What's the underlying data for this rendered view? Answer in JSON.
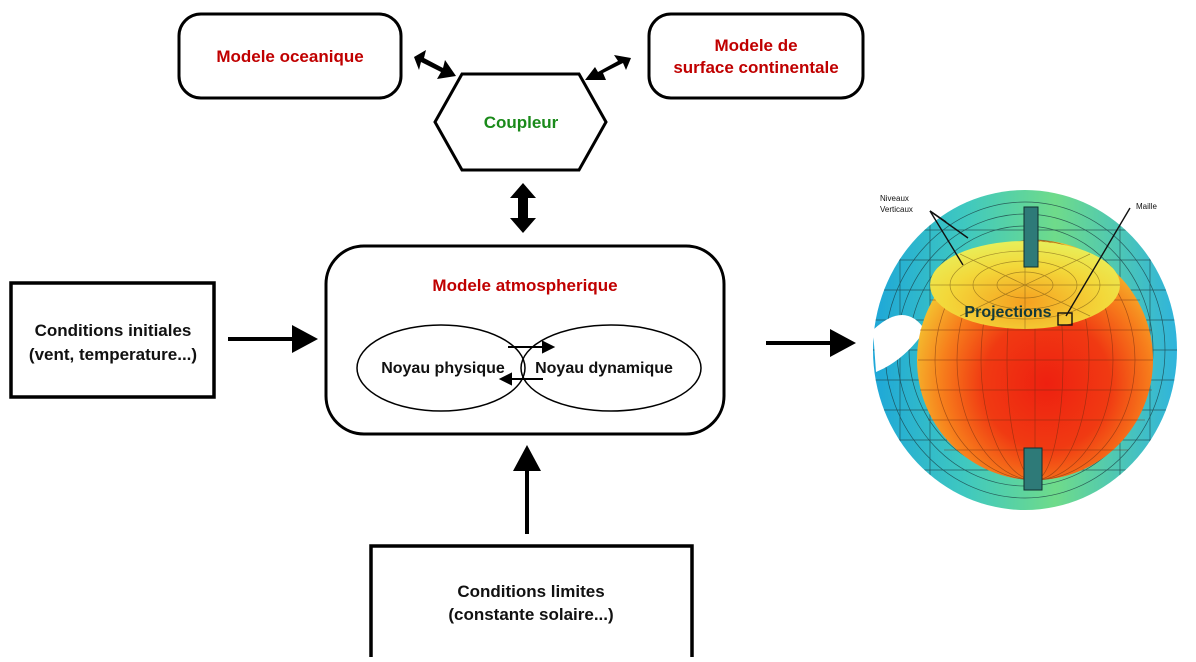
{
  "colors": {
    "model_red": "#c00000",
    "coupler_green": "#1a8a1a",
    "text_dark": "#111111",
    "globe_label_dark": "#123a3a"
  },
  "ocean_model": {
    "label": "Modele oceanique"
  },
  "land_model": {
    "line1": "Modele de",
    "line2": "surface continentale"
  },
  "coupler": {
    "label": "Coupleur"
  },
  "atmosphere_model": {
    "title": "Modele atmospherique",
    "physics_core": "Noyau physique",
    "dynamics_core": "Noyau dynamique"
  },
  "initial_conditions": {
    "line1": "Conditions initiales",
    "line2": "(vent,  temperature...)"
  },
  "boundary_conditions": {
    "line1": "Conditions limites",
    "line2": "(constante solaire...)"
  },
  "globe": {
    "levels_line1": "Niveaux",
    "levels_line2": "Verticaux",
    "cell_label": "Maille",
    "projections_label": "Projections"
  }
}
